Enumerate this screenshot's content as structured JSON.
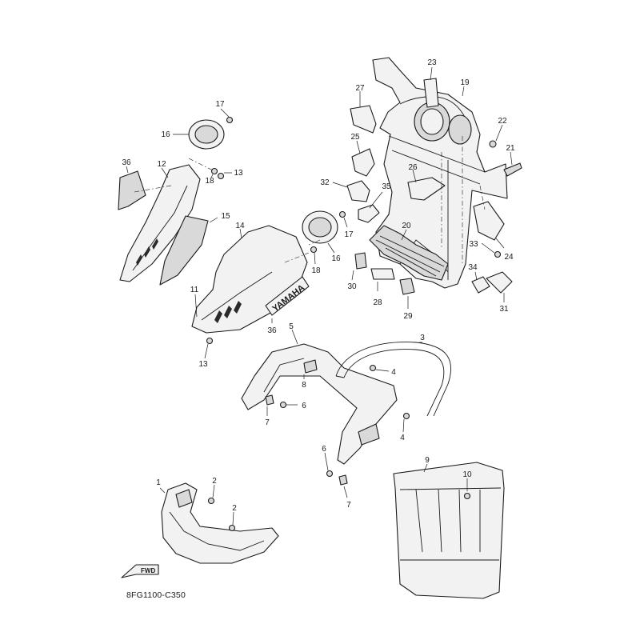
{
  "diagram": {
    "drawing_code": "8FG1100-C350",
    "fwd_label": "FWD",
    "emblem_text": "YAMAHA",
    "callouts": {
      "p1": "1",
      "p2a": "2",
      "p2b": "2",
      "p3": "3",
      "p4a": "4",
      "p4b": "4",
      "p5": "5",
      "p6a": "6",
      "p6b": "6",
      "p7a": "7",
      "p7b": "7",
      "p8": "8",
      "p9": "9",
      "p10": "10",
      "p11": "11",
      "p12": "12",
      "p13a": "13",
      "p13b": "13",
      "p14": "14",
      "p15": "15",
      "p16a": "16",
      "p16b": "16",
      "p17a": "17",
      "p17b": "17",
      "p18a": "18",
      "p18b": "18",
      "p19": "19",
      "p20": "20",
      "p21": "21",
      "p22": "22",
      "p23": "23",
      "p24": "24",
      "p25": "25",
      "p26": "26",
      "p27": "27",
      "p28": "28",
      "p29": "29",
      "p30": "30",
      "p31": "31",
      "p32": "32",
      "p33": "33",
      "p34": "34",
      "p35": "35",
      "p36a": "36",
      "p36b": "36"
    }
  }
}
